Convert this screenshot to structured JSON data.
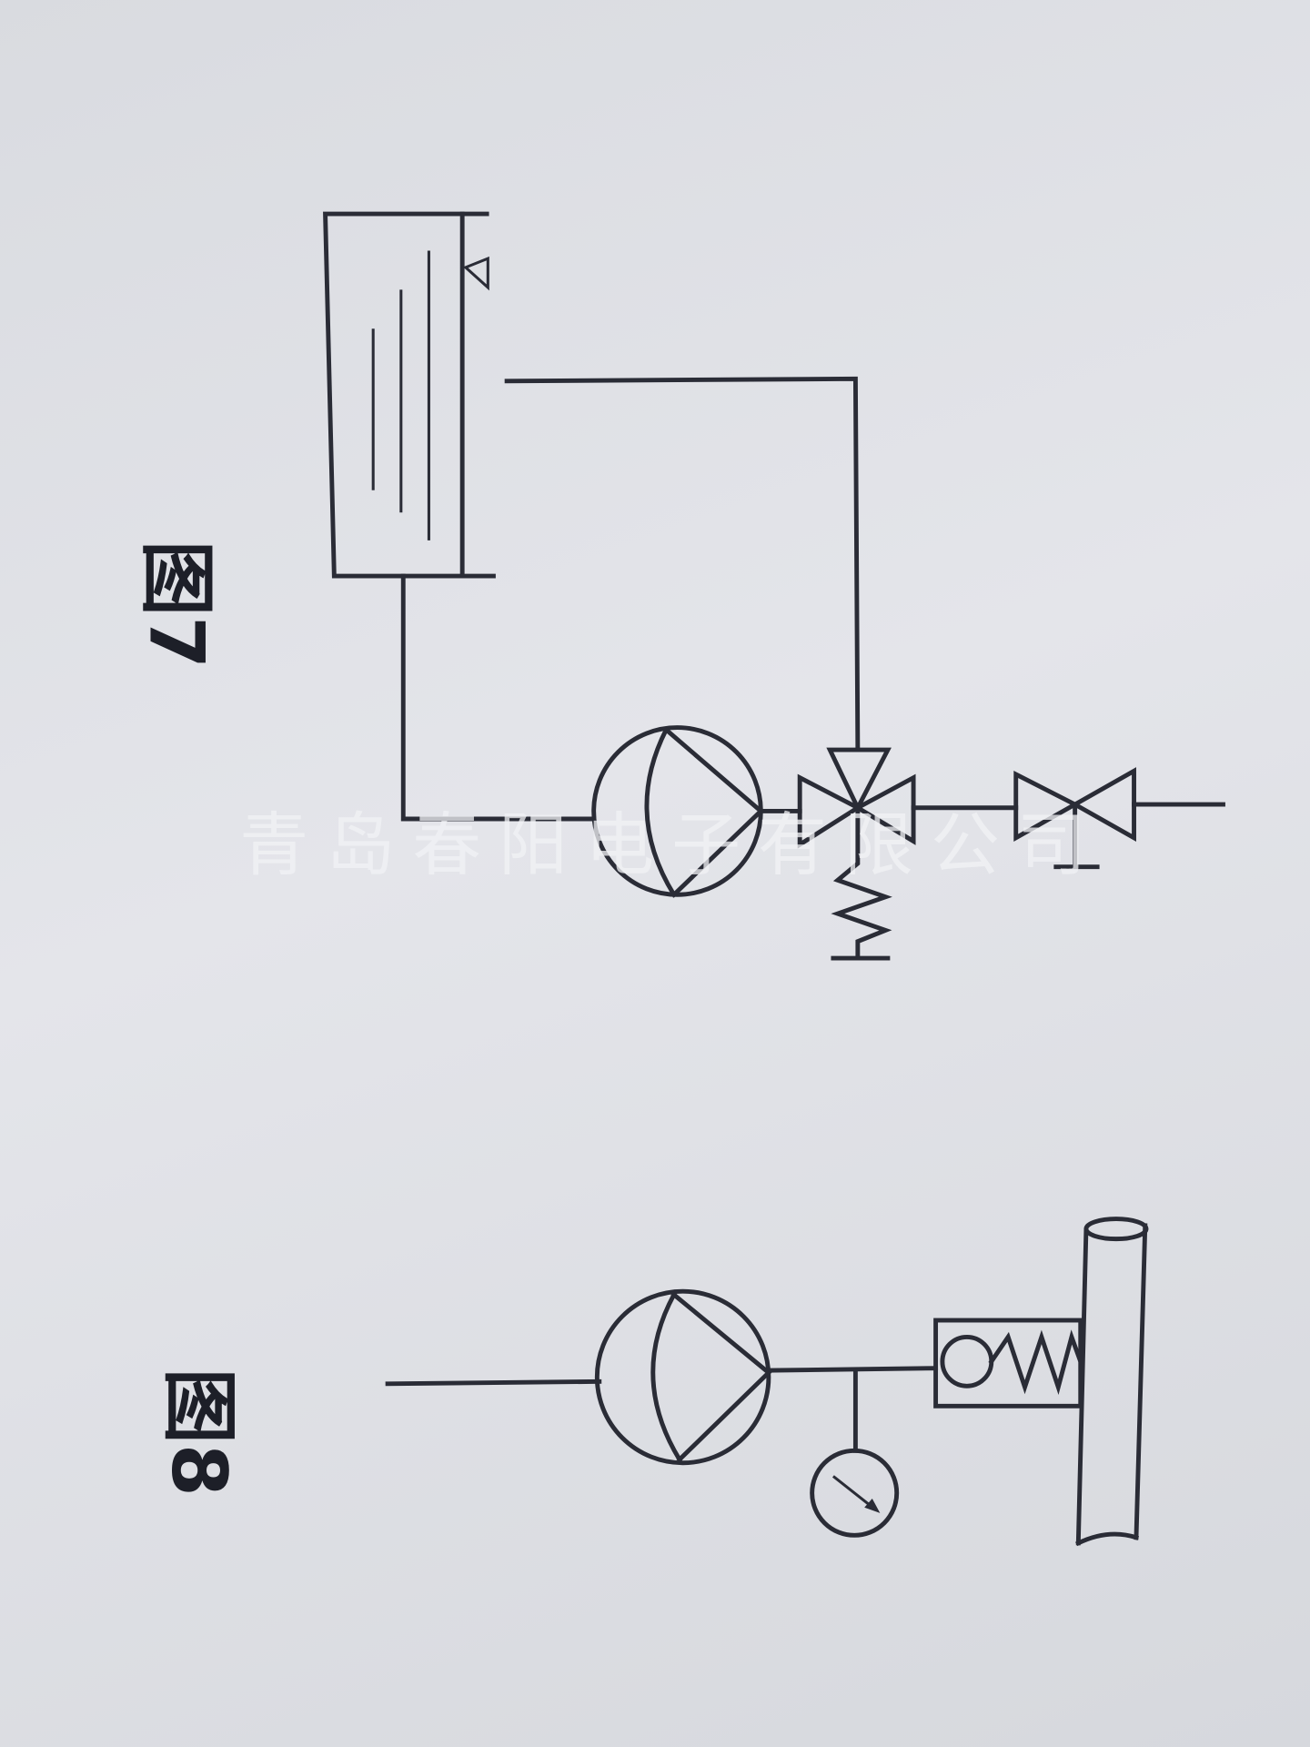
{
  "figures": [
    {
      "label": "图7"
    },
    {
      "label": "图8"
    }
  ],
  "watermark": "青岛春阳电子有限公司"
}
